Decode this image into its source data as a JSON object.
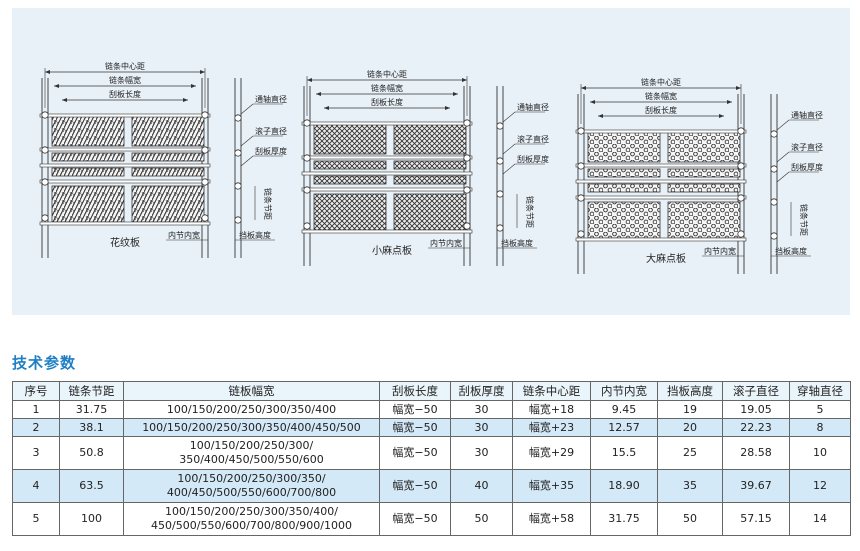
{
  "diagrams": [
    {
      "caption": "花纹板",
      "pattern": "herringbone",
      "top_labels": [
        "链条中心距",
        "链条幅宽",
        "刮板长度"
      ],
      "side_labels": [
        "通轴直径",
        "滚子直径",
        "刮板厚度"
      ],
      "vertical_label": "链条节距",
      "bottom_labels": [
        "内节内宽",
        "挡板高度"
      ]
    },
    {
      "caption": "小麻点板",
      "pattern": "small-dots",
      "top_labels": [
        "链条中心距",
        "链条幅宽",
        "刮板长度"
      ],
      "side_labels": [
        "通轴直径",
        "滚子直径",
        "刮板厚度"
      ],
      "vertical_label": "链条节距",
      "bottom_labels": [
        "内节内宽",
        "挡板高度"
      ]
    },
    {
      "caption": "大麻点板",
      "pattern": "large-dots",
      "top_labels": [
        "链条中心距",
        "链条幅宽",
        "刮板长度"
      ],
      "side_labels": [
        "通轴直径",
        "滚子直径",
        "刮板厚度"
      ],
      "vertical_label": "链条节距",
      "bottom_labels": [
        "内节内宽",
        "挡板高度"
      ]
    }
  ],
  "section_title": "技术参数",
  "table": {
    "headers": [
      "序号",
      "链条节距",
      "链板幅宽",
      "刮板长度",
      "刮板厚度",
      "链条中心距",
      "内节内宽",
      "挡板高度",
      "滚子直径",
      "穿轴直径"
    ],
    "rows": [
      {
        "no": "1",
        "pitch": "31.75",
        "widths": [
          "100/150/200/250/300/350/400"
        ],
        "scraper_length": "幅宽−50",
        "thickness": "30",
        "center_distance": "幅宽+18",
        "inner_width": "9.45",
        "baffle_height": "19",
        "roller_diameter": "19.05",
        "shaft_diameter": "5"
      },
      {
        "no": "2",
        "pitch": "38.1",
        "widths": [
          "100/150/200/250/300/350/400/450/500"
        ],
        "scraper_length": "幅宽−50",
        "thickness": "30",
        "center_distance": "幅宽+23",
        "inner_width": "12.57",
        "baffle_height": "20",
        "roller_diameter": "22.23",
        "shaft_diameter": "8"
      },
      {
        "no": "3",
        "pitch": "50.8",
        "widths": [
          "100/150/200/250/300/",
          "350/400/450/500/550/600"
        ],
        "scraper_length": "幅宽−50",
        "thickness": "30",
        "center_distance": "幅宽+29",
        "inner_width": "15.5",
        "baffle_height": "25",
        "roller_diameter": "28.58",
        "shaft_diameter": "10"
      },
      {
        "no": "4",
        "pitch": "63.5",
        "widths": [
          "100/150/200/250/300/350/",
          "400/450/500/550/600/700/800"
        ],
        "scraper_length": "幅宽−50",
        "thickness": "40",
        "center_distance": "幅宽+35",
        "inner_width": "18.90",
        "baffle_height": "35",
        "roller_diameter": "39.67",
        "shaft_diameter": "12"
      },
      {
        "no": "5",
        "pitch": "100",
        "widths": [
          "100/150/200/250/300/350/400/",
          "450/500/550/600/700/800/900/1000"
        ],
        "scraper_length": "幅宽−50",
        "thickness": "50",
        "center_distance": "幅宽+58",
        "inner_width": "31.75",
        "baffle_height": "50",
        "roller_diameter": "57.15",
        "shaft_diameter": "14"
      }
    ]
  },
  "colors": {
    "accent": "#1f7fc4",
    "diagram_bg": "#e8f1f8",
    "row_alt": "#d4e9f7",
    "line": "#333333"
  }
}
